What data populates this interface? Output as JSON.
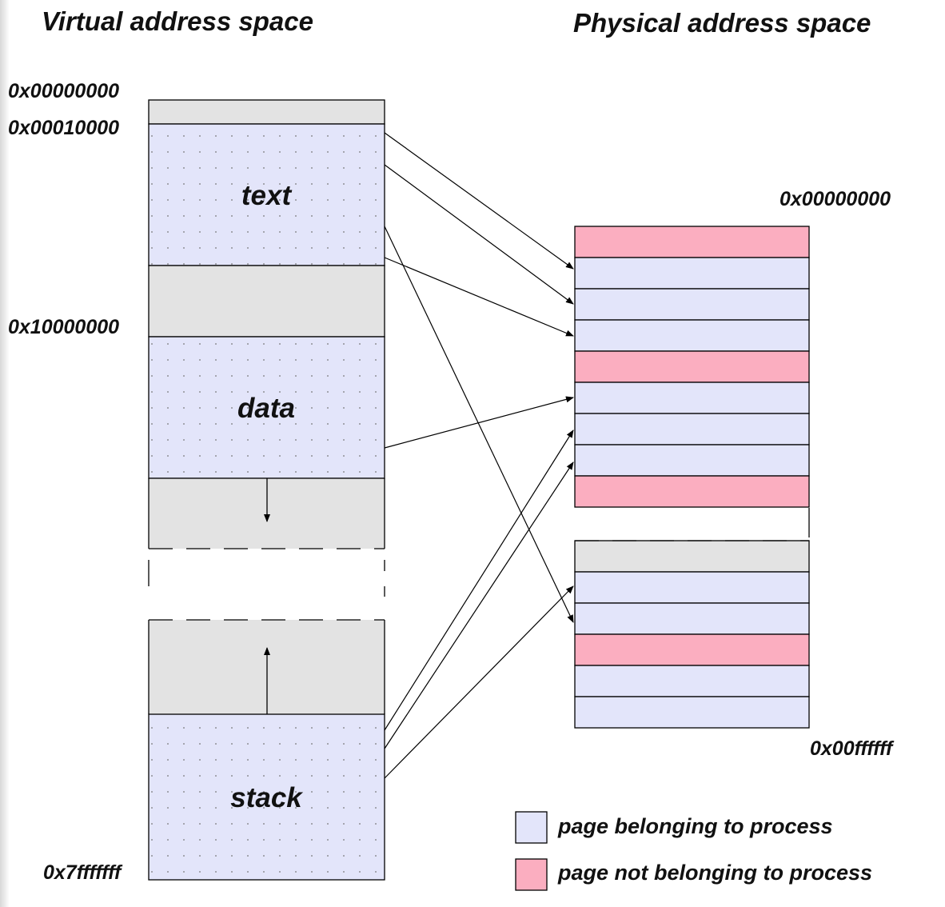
{
  "titles": {
    "virtual": "Virtual address space",
    "physical": "Physical address space"
  },
  "virtual_addresses": {
    "start": "0x00000000",
    "text_start": "0x00010000",
    "data_start": "0x10000000",
    "end": "0x7fffffff"
  },
  "segments": {
    "text": "text",
    "data": "data",
    "stack": "stack"
  },
  "physical_addresses": {
    "start": "0x00000000",
    "end": "0x00ffffff"
  },
  "physical_frames_upper": [
    "not-owned",
    "owned",
    "owned",
    "owned",
    "not-owned",
    "owned",
    "owned",
    "owned",
    "not-owned"
  ],
  "physical_frames_lower": [
    "unused",
    "owned",
    "owned",
    "not-owned",
    "owned",
    "owned"
  ],
  "legend": {
    "owned": "page belonging to process",
    "not_owned": "page not belonging to process"
  },
  "colors": {
    "owned": "#e3e5fa",
    "not_owned": "#fbaec0",
    "unused": "#e3e3e3",
    "line": "#000000"
  }
}
